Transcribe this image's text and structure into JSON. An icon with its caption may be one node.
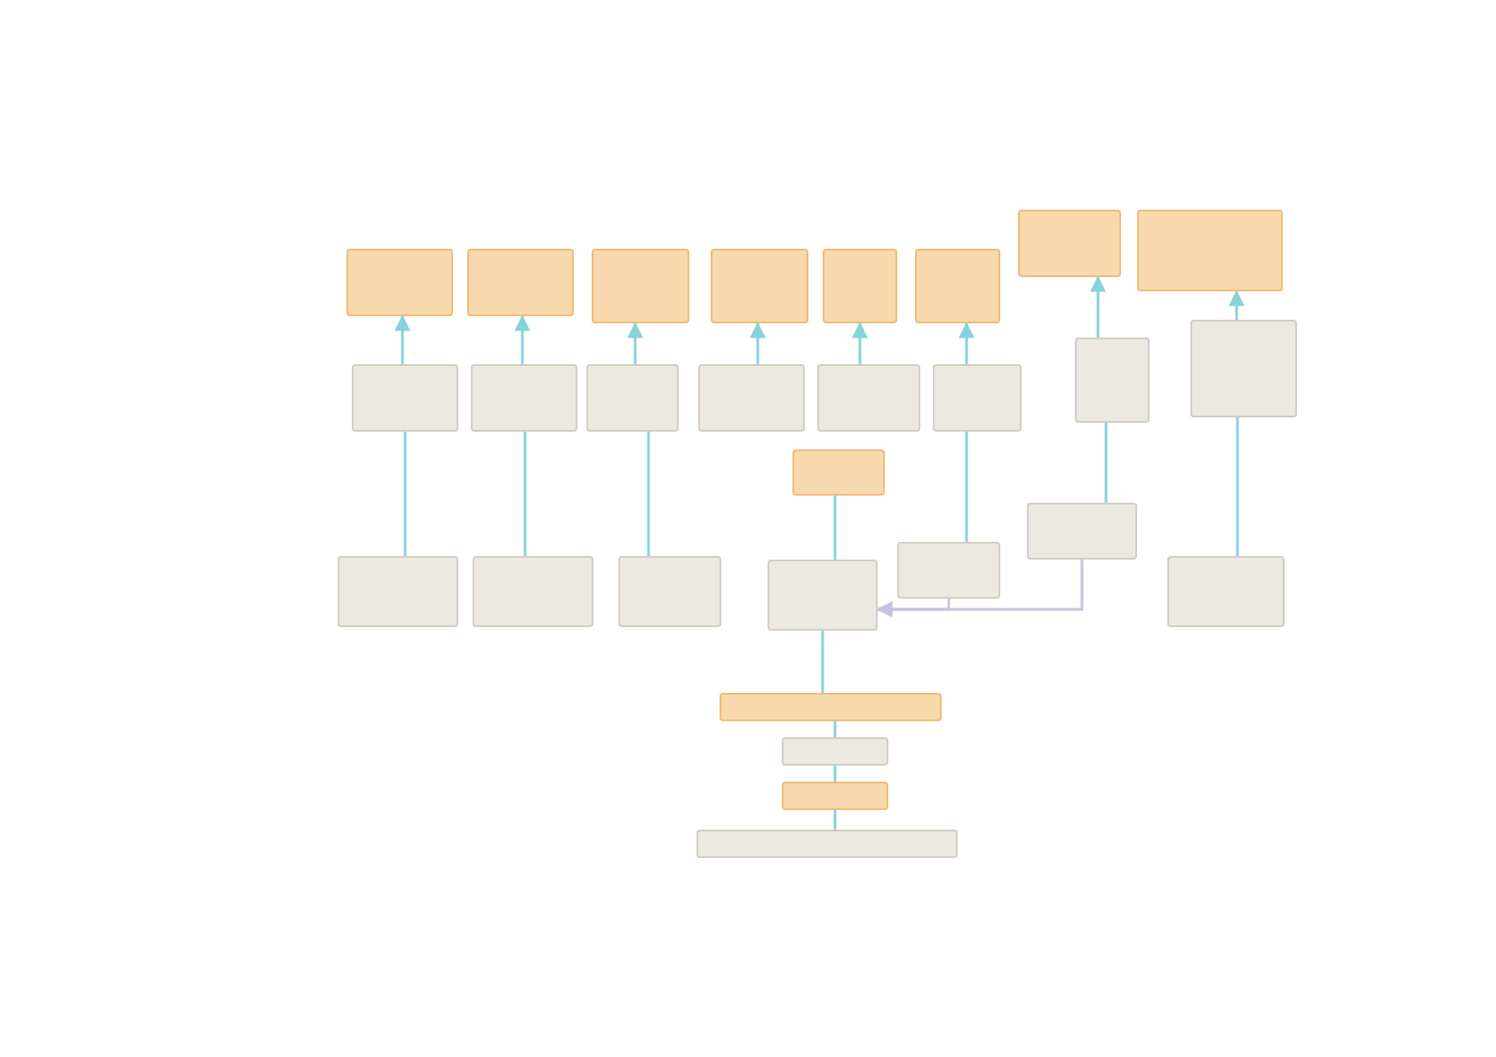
{
  "diagram": {
    "nodes": [
      {
        "text": [],
        "shape": "box"
      },
      {
        "text": [],
        "shape": "box"
      },
      {
        "text": [],
        "shape": "box"
      },
      {
        "text": [],
        "shape": "box"
      },
      {
        "text": [],
        "shape": "box"
      },
      {
        "text": [],
        "shape": "box"
      },
      {
        "text": [],
        "shape": "box"
      },
      {
        "text": [],
        "shape": "box"
      },
      {
        "text": [],
        "shape": "box"
      },
      {
        "text": [],
        "shape": "box"
      },
      {
        "text": [],
        "shape": "box"
      },
      {
        "text": [],
        "shape": "box"
      },
      {
        "text": [],
        "shape": "box"
      },
      {
        "text": [],
        "shape": "box"
      },
      {
        "text": [],
        "shape": "box"
      },
      {
        "text": [],
        "shape": "box"
      },
      {
        "text": [],
        "shape": "box"
      },
      {
        "text": [],
        "shape": "box"
      },
      {
        "text": [],
        "shape": "box"
      },
      {
        "text": [],
        "shape": "box"
      },
      {
        "text": [],
        "shape": "box"
      },
      {
        "text": [],
        "shape": "box"
      },
      {
        "text": [],
        "shape": "box"
      },
      {
        "text": [],
        "shape": "box"
      },
      {
        "text": [],
        "shape": "box"
      },
      {
        "text": [],
        "shape": "box"
      },
      {
        "text": [],
        "shape": "box"
      },
      {
        "text": [],
        "shape": "box"
      }
    ],
    "edges": [
      {
        "from": 8,
        "to": 0,
        "arrow": "to"
      },
      {
        "from": 9,
        "to": 1,
        "arrow": "to"
      },
      {
        "from": 10,
        "to": 2,
        "arrow": "to"
      },
      {
        "from": 11,
        "to": 3,
        "arrow": "to"
      },
      {
        "from": 12,
        "to": 4,
        "arrow": "to"
      },
      {
        "from": 13,
        "to": 5,
        "arrow": "to"
      },
      {
        "from": 14,
        "to": 6,
        "arrow": "to"
      },
      {
        "from": 15,
        "to": 7,
        "arrow": "to"
      },
      {
        "from": 8,
        "to": 18,
        "arrow": "none"
      },
      {
        "from": 9,
        "to": 19,
        "arrow": "none"
      },
      {
        "from": 10,
        "to": 20,
        "arrow": "none"
      },
      {
        "from": 13,
        "to": 22,
        "arrow": "none"
      },
      {
        "from": 14,
        "to": 17,
        "arrow": "none"
      },
      {
        "from": 15,
        "to": 23,
        "arrow": "none"
      },
      {
        "from": 16,
        "to": 21,
        "arrow": "none"
      },
      {
        "from": 17,
        "to": 21,
        "arrow": "to",
        "color": "#c9c2de"
      },
      {
        "from": 22,
        "to": 21,
        "arrow": "to",
        "color": "#c9c2de"
      },
      {
        "from": 21,
        "to": 24,
        "arrow": "none"
      },
      {
        "from": 24,
        "to": 25,
        "arrow": "none"
      },
      {
        "from": 25,
        "to": 26,
        "arrow": "none"
      },
      {
        "from": 26,
        "to": 27,
        "arrow": "none"
      }
    ]
  }
}
